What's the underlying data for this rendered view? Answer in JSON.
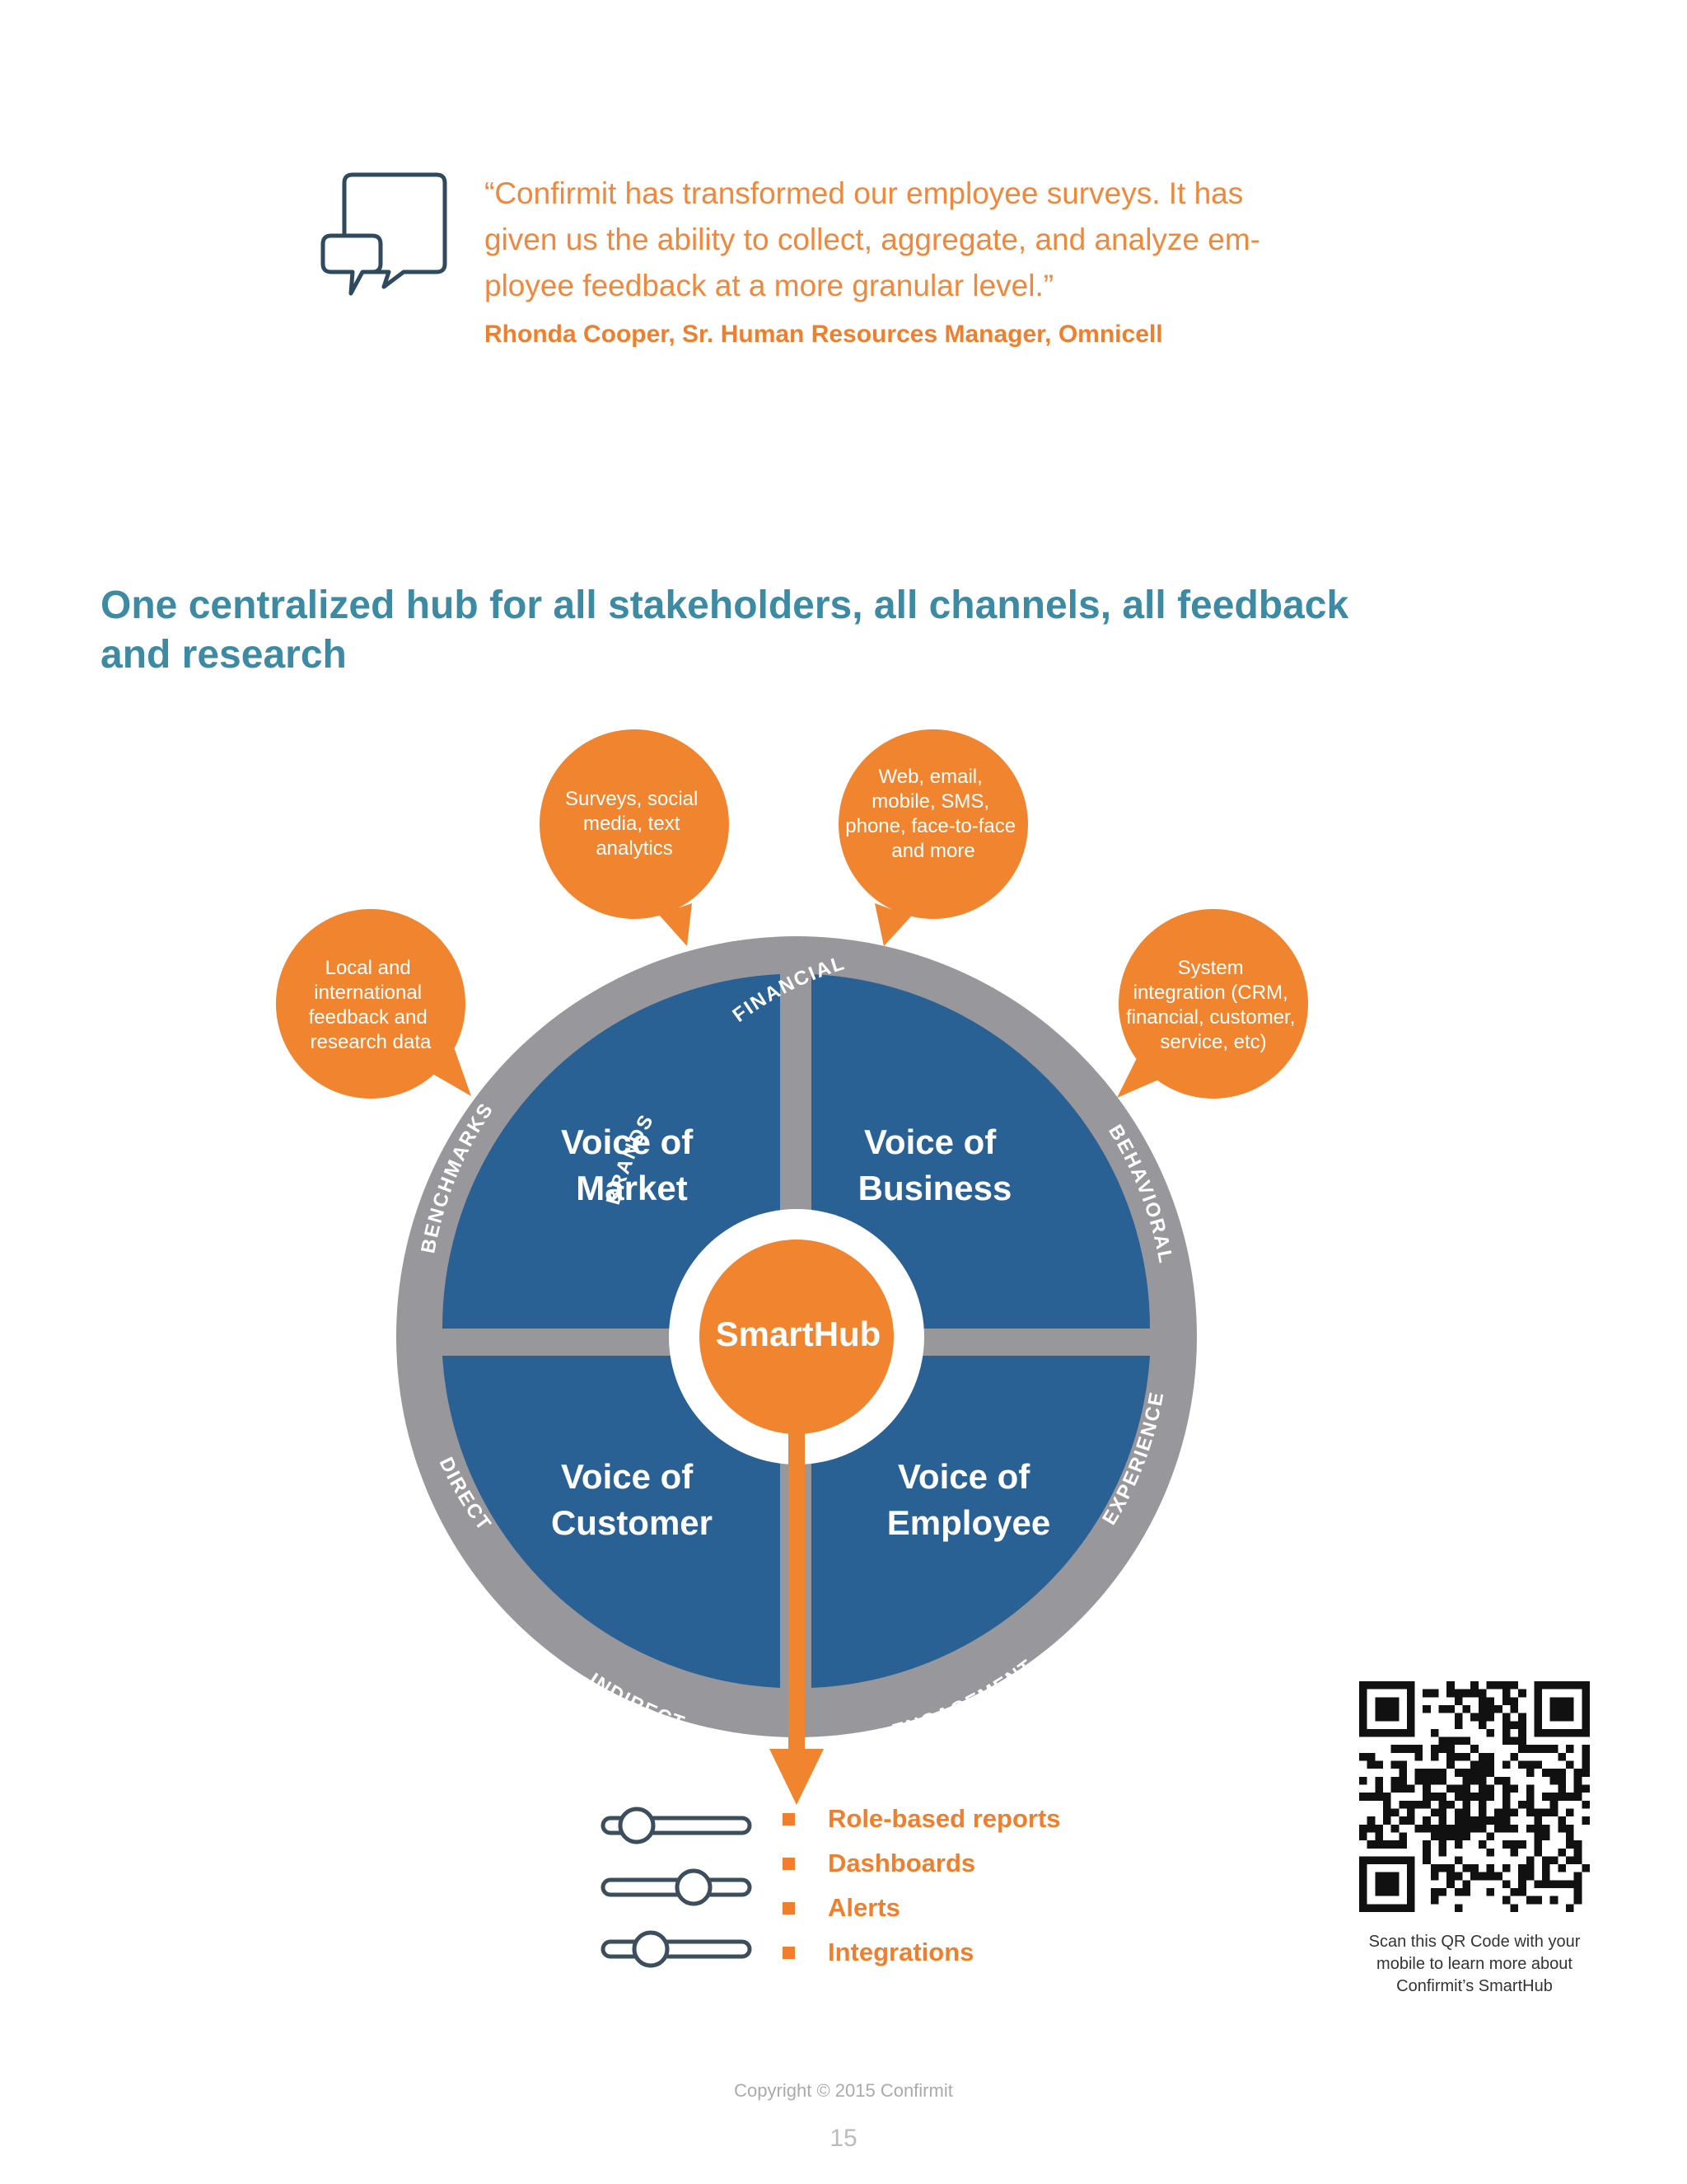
{
  "quote": {
    "lines": [
      "“Confirmit has transformed our employee surveys. It has",
      "given us the ability to collect, aggregate, and analyze em-",
      "ployee feedback at a more granular level.”"
    ],
    "attribution": "Rhonda Cooper, Sr. Human Resources Manager, Omnicell"
  },
  "headline": {
    "line1": "One centralized hub for all stakeholders, all channels, all feedback",
    "line2": "and research"
  },
  "diagram": {
    "center": "SmartHub",
    "quadrants": {
      "market": [
        "Voice of",
        "Market"
      ],
      "business": [
        "Voice of",
        "Business"
      ],
      "customer": [
        "Voice of",
        "Customer"
      ],
      "employee": [
        "Voice of",
        "Employee"
      ]
    },
    "ring_labels": {
      "brands": "BRANDS",
      "financial": "FINANCIAL",
      "benchmarks": "BENCHMARKS",
      "behavioral": "BEHAVIORAL",
      "direct": "DIRECT",
      "indirect": "INDIRECT",
      "engagement": "ENGAGEMENT",
      "experience": "EXPERIENCE"
    },
    "bubbles": {
      "local": [
        "Local and",
        "international",
        "feedback and",
        "research data"
      ],
      "surveys": [
        "Surveys, social",
        "media, text",
        "analytics"
      ],
      "web": [
        "Web, email,",
        "mobile, SMS,",
        "phone, face-to-face",
        "and more"
      ],
      "system": [
        "System",
        "integration (CRM,",
        "financial, customer,",
        "service, etc)"
      ]
    },
    "colors": {
      "orange": "#f0842f",
      "blue": "#2a6194",
      "gray": "#98979b"
    }
  },
  "features": [
    "Role-based reports",
    "Dashboards",
    "Alerts",
    "Integrations"
  ],
  "qr_caption": [
    "Scan this QR Code with your",
    "mobile to learn more about",
    "Confirmit’s SmartHub"
  ],
  "footer": {
    "copyright": "Copyright © 2015 Confirmit",
    "page_number": "15"
  }
}
